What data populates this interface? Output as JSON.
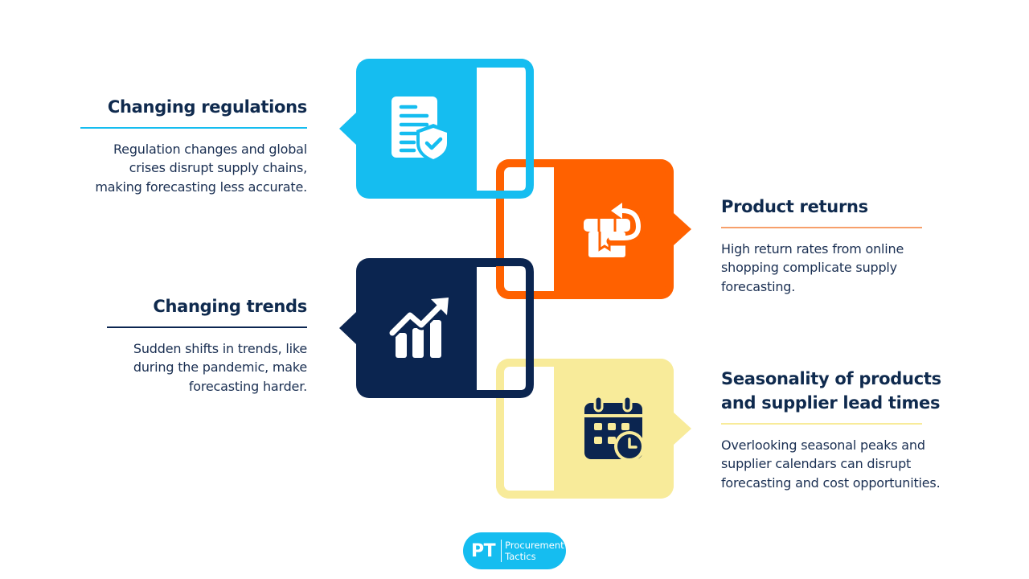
{
  "colors": {
    "blue": "#15bdf0",
    "orange": "#ff6100",
    "navy": "#0b2550",
    "yellow": "#f8eb9a",
    "text": "#0f2a4e"
  },
  "items": [
    {
      "title": "Changing regulations",
      "description_lines": [
        "Regulation changes and global",
        "crises disrupt supply chains,",
        "making forecasting less accurate."
      ],
      "icon": "document-shield-icon",
      "color": "#15bdf0",
      "side": "left"
    },
    {
      "title": "Product returns",
      "description_lines": [
        "High return rates from online",
        "shopping complicate supply",
        "forecasting."
      ],
      "icon": "box-return-icon",
      "color": "#ff6100",
      "side": "right"
    },
    {
      "title": "Changing trends",
      "description_lines": [
        "Sudden shifts in trends, like",
        "during the pandemic, make",
        "forecasting harder."
      ],
      "icon": "trend-chart-icon",
      "color": "#0b2550",
      "side": "left"
    },
    {
      "title_lines": [
        "Seasonality of products",
        "and supplier lead times"
      ],
      "description_lines": [
        "Overlooking seasonal peaks and",
        "supplier calendars can disrupt",
        "forecasting and cost opportunities."
      ],
      "icon": "calendar-clock-icon",
      "color": "#f8eb9a",
      "side": "right"
    }
  ],
  "logo": {
    "mark": "PT",
    "name_line1": "Procurement",
    "name_line2": "Tactics"
  }
}
